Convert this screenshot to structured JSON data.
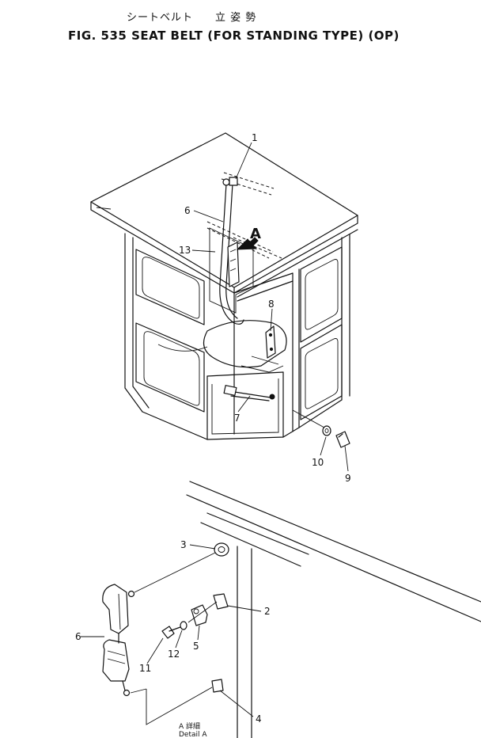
{
  "header": {
    "japanese_title": "シートベルト　　立 姿 勢",
    "english_title": "FIG. 535  SEAT BELT (FOR STANDING TYPE) (OP)"
  },
  "callouts": {
    "c1": "1",
    "c2": "2",
    "c3": "3",
    "c4": "4",
    "c5": "5",
    "c6_top": "6",
    "c6_detail": "6",
    "c7": "7",
    "c8": "8",
    "c9": "9",
    "c10": "10",
    "c11": "11",
    "c12": "12",
    "c13": "13",
    "cA": "A"
  },
  "detail": {
    "label_jp": "A 詳細",
    "label_en": "Detail A"
  }
}
